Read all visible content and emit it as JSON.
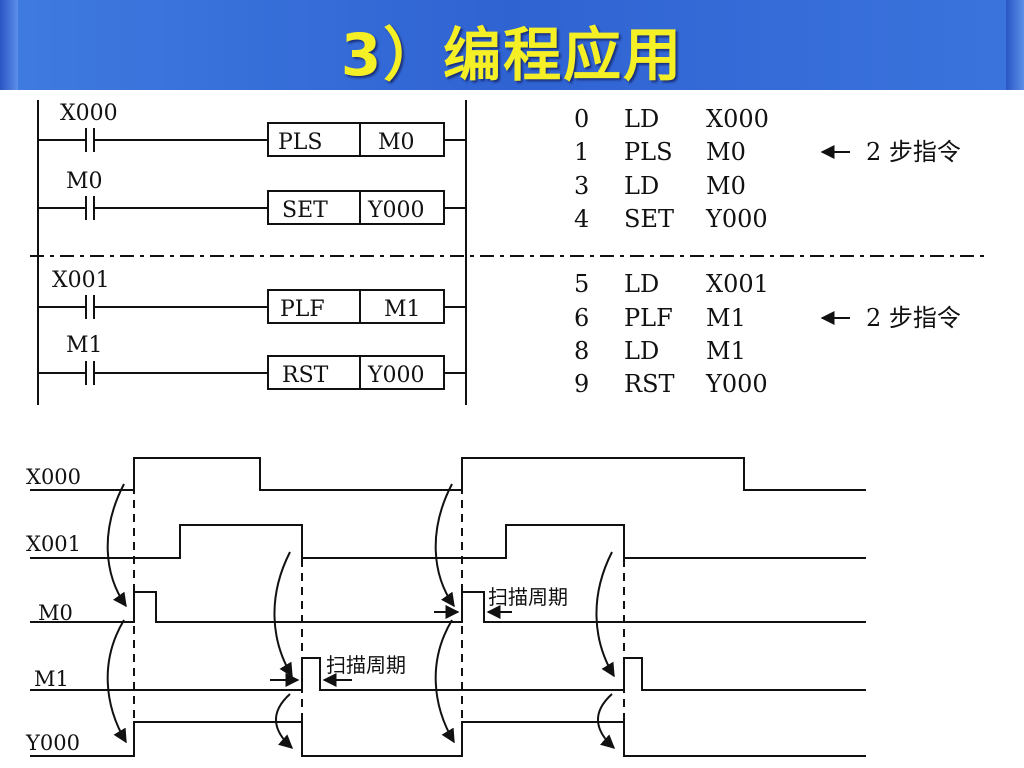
{
  "title": "3）编程应用",
  "ladder": {
    "rungs": [
      {
        "contact": "X000",
        "instr": "PLS",
        "operand": "M0"
      },
      {
        "contact": "M0",
        "instr": "SET",
        "operand": "Y000"
      },
      {
        "contact": "X001",
        "instr": "PLF",
        "operand": "M1"
      },
      {
        "contact": "M1",
        "instr": "RST",
        "operand": "Y000"
      }
    ]
  },
  "instruction_list": {
    "lines": [
      {
        "step": "0",
        "op": "LD",
        "arg": "X000"
      },
      {
        "step": "1",
        "op": "PLS",
        "arg": "M0"
      },
      {
        "step": "3",
        "op": "LD",
        "arg": "M0"
      },
      {
        "step": "4",
        "op": "SET",
        "arg": "Y000"
      },
      {
        "step": "5",
        "op": "LD",
        "arg": "X001"
      },
      {
        "step": "6",
        "op": "PLF",
        "arg": "M1"
      },
      {
        "step": "8",
        "op": "LD",
        "arg": "M1"
      },
      {
        "step": "9",
        "op": "RST",
        "arg": "Y000"
      }
    ],
    "notes": [
      "2 步指令",
      "2 步指令"
    ]
  },
  "timing": {
    "signals": [
      "X000",
      "X001",
      "M0",
      "M1",
      "Y000"
    ],
    "scan_label_1": "扫描周期",
    "scan_label_2": "扫描周期"
  }
}
